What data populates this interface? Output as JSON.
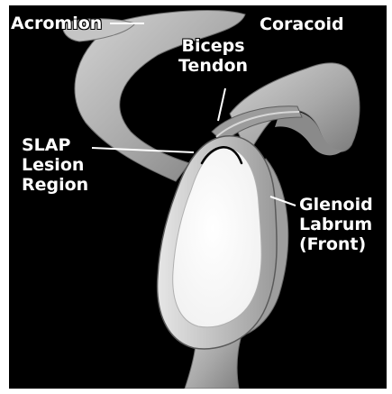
{
  "labels": {
    "acromion": "Acromion",
    "coracoid": "Coracoid",
    "biceps_tendon": [
      "Biceps",
      "Tendon"
    ],
    "slap_lesion": [
      "SLAP",
      "Lesion",
      "Region"
    ],
    "glenoid_labrum": [
      "Glenoid",
      "Labrum",
      "(Front)"
    ]
  },
  "colors": {
    "background": "#000000",
    "bone": "#b8b8b8",
    "glenoid_surface": "#ffffff",
    "lesion_line": "#000000",
    "label_text": "#ffffff"
  }
}
